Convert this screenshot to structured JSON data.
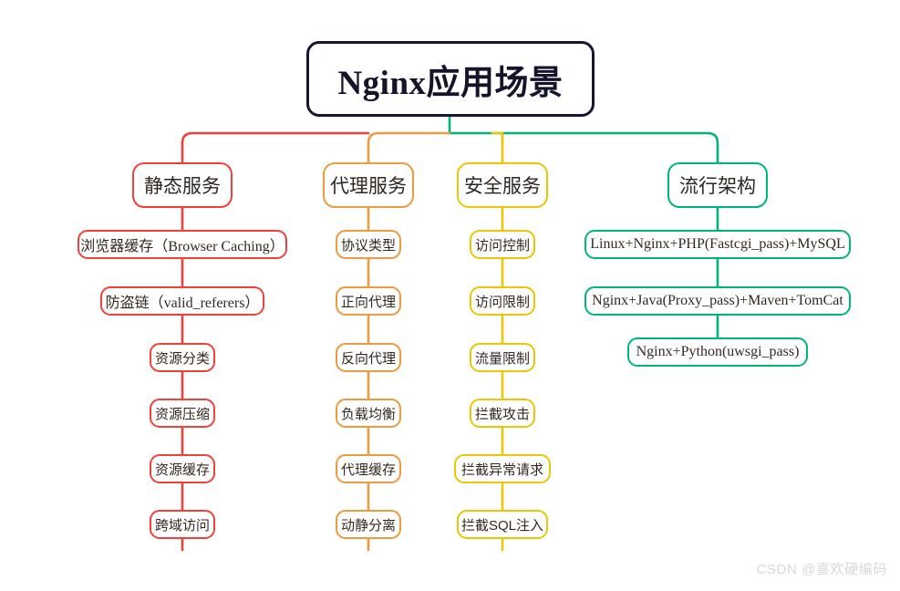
{
  "diagram": {
    "title": "Nginx应用场景",
    "watermark": "CSDN @喜欢硬编码",
    "colors": {
      "title_border": "#16162e",
      "static": "#f0413a",
      "proxy": "#ee9a3f",
      "security": "#e8c608",
      "architecture": "#00b578"
    },
    "branches": [
      {
        "key": "static",
        "head": "静态服务",
        "color": "#f0413a",
        "items": [
          "浏览器缓存（Browser Caching）",
          "防盗链（valid_referers）",
          "资源分类",
          "资源压缩",
          "资源缓存",
          "跨域访问"
        ]
      },
      {
        "key": "proxy",
        "head": "代理服务",
        "color": "#ee9a3f",
        "items": [
          "协议类型",
          "正向代理",
          "反向代理",
          "负载均衡",
          "代理缓存",
          "动静分离"
        ]
      },
      {
        "key": "security",
        "head": "安全服务",
        "color": "#e8c608",
        "items": [
          "访问控制",
          "访问限制",
          "流量限制",
          "拦截攻击",
          "拦截异常请求",
          "拦截SQL注入"
        ]
      },
      {
        "key": "architecture",
        "head": "流行架构",
        "color": "#00b578",
        "items": [
          "Linux+Nginx+PHP(Fastcgi_pass)+MySQL",
          "Nginx+Java(Proxy_pass)+Maven+TomCat",
          "Nginx+Python(uwsgi_pass)"
        ]
      }
    ]
  }
}
